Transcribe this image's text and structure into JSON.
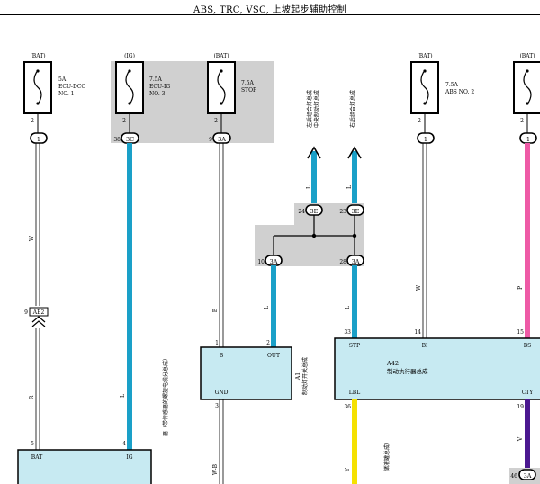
{
  "title": "ABS, TRC, VSC, 上坡起步辅助控制",
  "fuses": [
    {
      "source": "(BAT)",
      "rating": "5A",
      "name": [
        "ECU-DCC",
        "NO. 1"
      ],
      "pin": "2",
      "conn": "1"
    },
    {
      "source": "(IG)",
      "rating": "7.5A",
      "name": [
        "ECU-IG",
        "NO. 3"
      ],
      "pin": "2",
      "conn": "3C",
      "conn_pin": "38"
    },
    {
      "source": "(BAT)",
      "rating": "7.5A",
      "name": [
        "STOP"
      ],
      "pin": "2",
      "conn": "3A",
      "conn_pin": "9"
    },
    {
      "source": "(BAT)",
      "rating": "7.5A",
      "name": [
        "ABS NO. 2"
      ],
      "pin": "2",
      "conn": "1"
    },
    {
      "source": "(BAT)",
      "rating": "",
      "name": [],
      "pin": "2",
      "conn": "1"
    }
  ],
  "wire_colors": {
    "W": "W",
    "L": "L",
    "B": "B",
    "P": "P",
    "Y": "Y",
    "V": "V",
    "R": "R",
    "W_B": "W-B"
  },
  "lamp_labels": {
    "left": [
      "左后组合灯总成",
      "中央制动灯总成"
    ],
    "right": "右后组合灯总成"
  },
  "junction": {
    "top_left": {
      "pin": "24",
      "conn": "3E"
    },
    "top_right": {
      "pin": "23",
      "conn": "3E"
    },
    "bottom_left": {
      "pin": "10",
      "conn": "3A"
    },
    "bottom_right": {
      "pin": "28",
      "conn": "3A"
    }
  },
  "ae2": {
    "pin": "9",
    "conn": "AE2"
  },
  "switch": {
    "code": "A1",
    "name": "制动灯开关总成",
    "pin_b": "1",
    "pin_out": "2",
    "pin_gnd": "3",
    "b": "B",
    "out": "OUT",
    "gnd": "GND"
  },
  "actuator": {
    "code": "A42",
    "name": "制动执行器总成",
    "pins": {
      "stp": "33",
      "bi": "14",
      "bs": "15",
      "lbl": "36",
      "cty": "19"
    },
    "labels": {
      "stp": "STP",
      "bi": "BI",
      "bs": "BS",
      "lbl": "LBL",
      "cty": "CTY"
    },
    "bottom_conn": {
      "pin": "46",
      "conn": "3A"
    }
  },
  "ecu": {
    "pin_bat": "5",
    "pin_ig": "4",
    "bat": "BAT",
    "ig": "IG",
    "side_label": "器（带传感器的螺旋电缆分总成）"
  },
  "bottom_label": "储液罐总成）",
  "colors": {
    "blue": "#1aa0c8",
    "pink": "#ee5aa6",
    "yellow": "#f5e100",
    "purple": "#4b1890",
    "box_fill": "#c7eaf2",
    "gray": "#d0d0d0"
  }
}
